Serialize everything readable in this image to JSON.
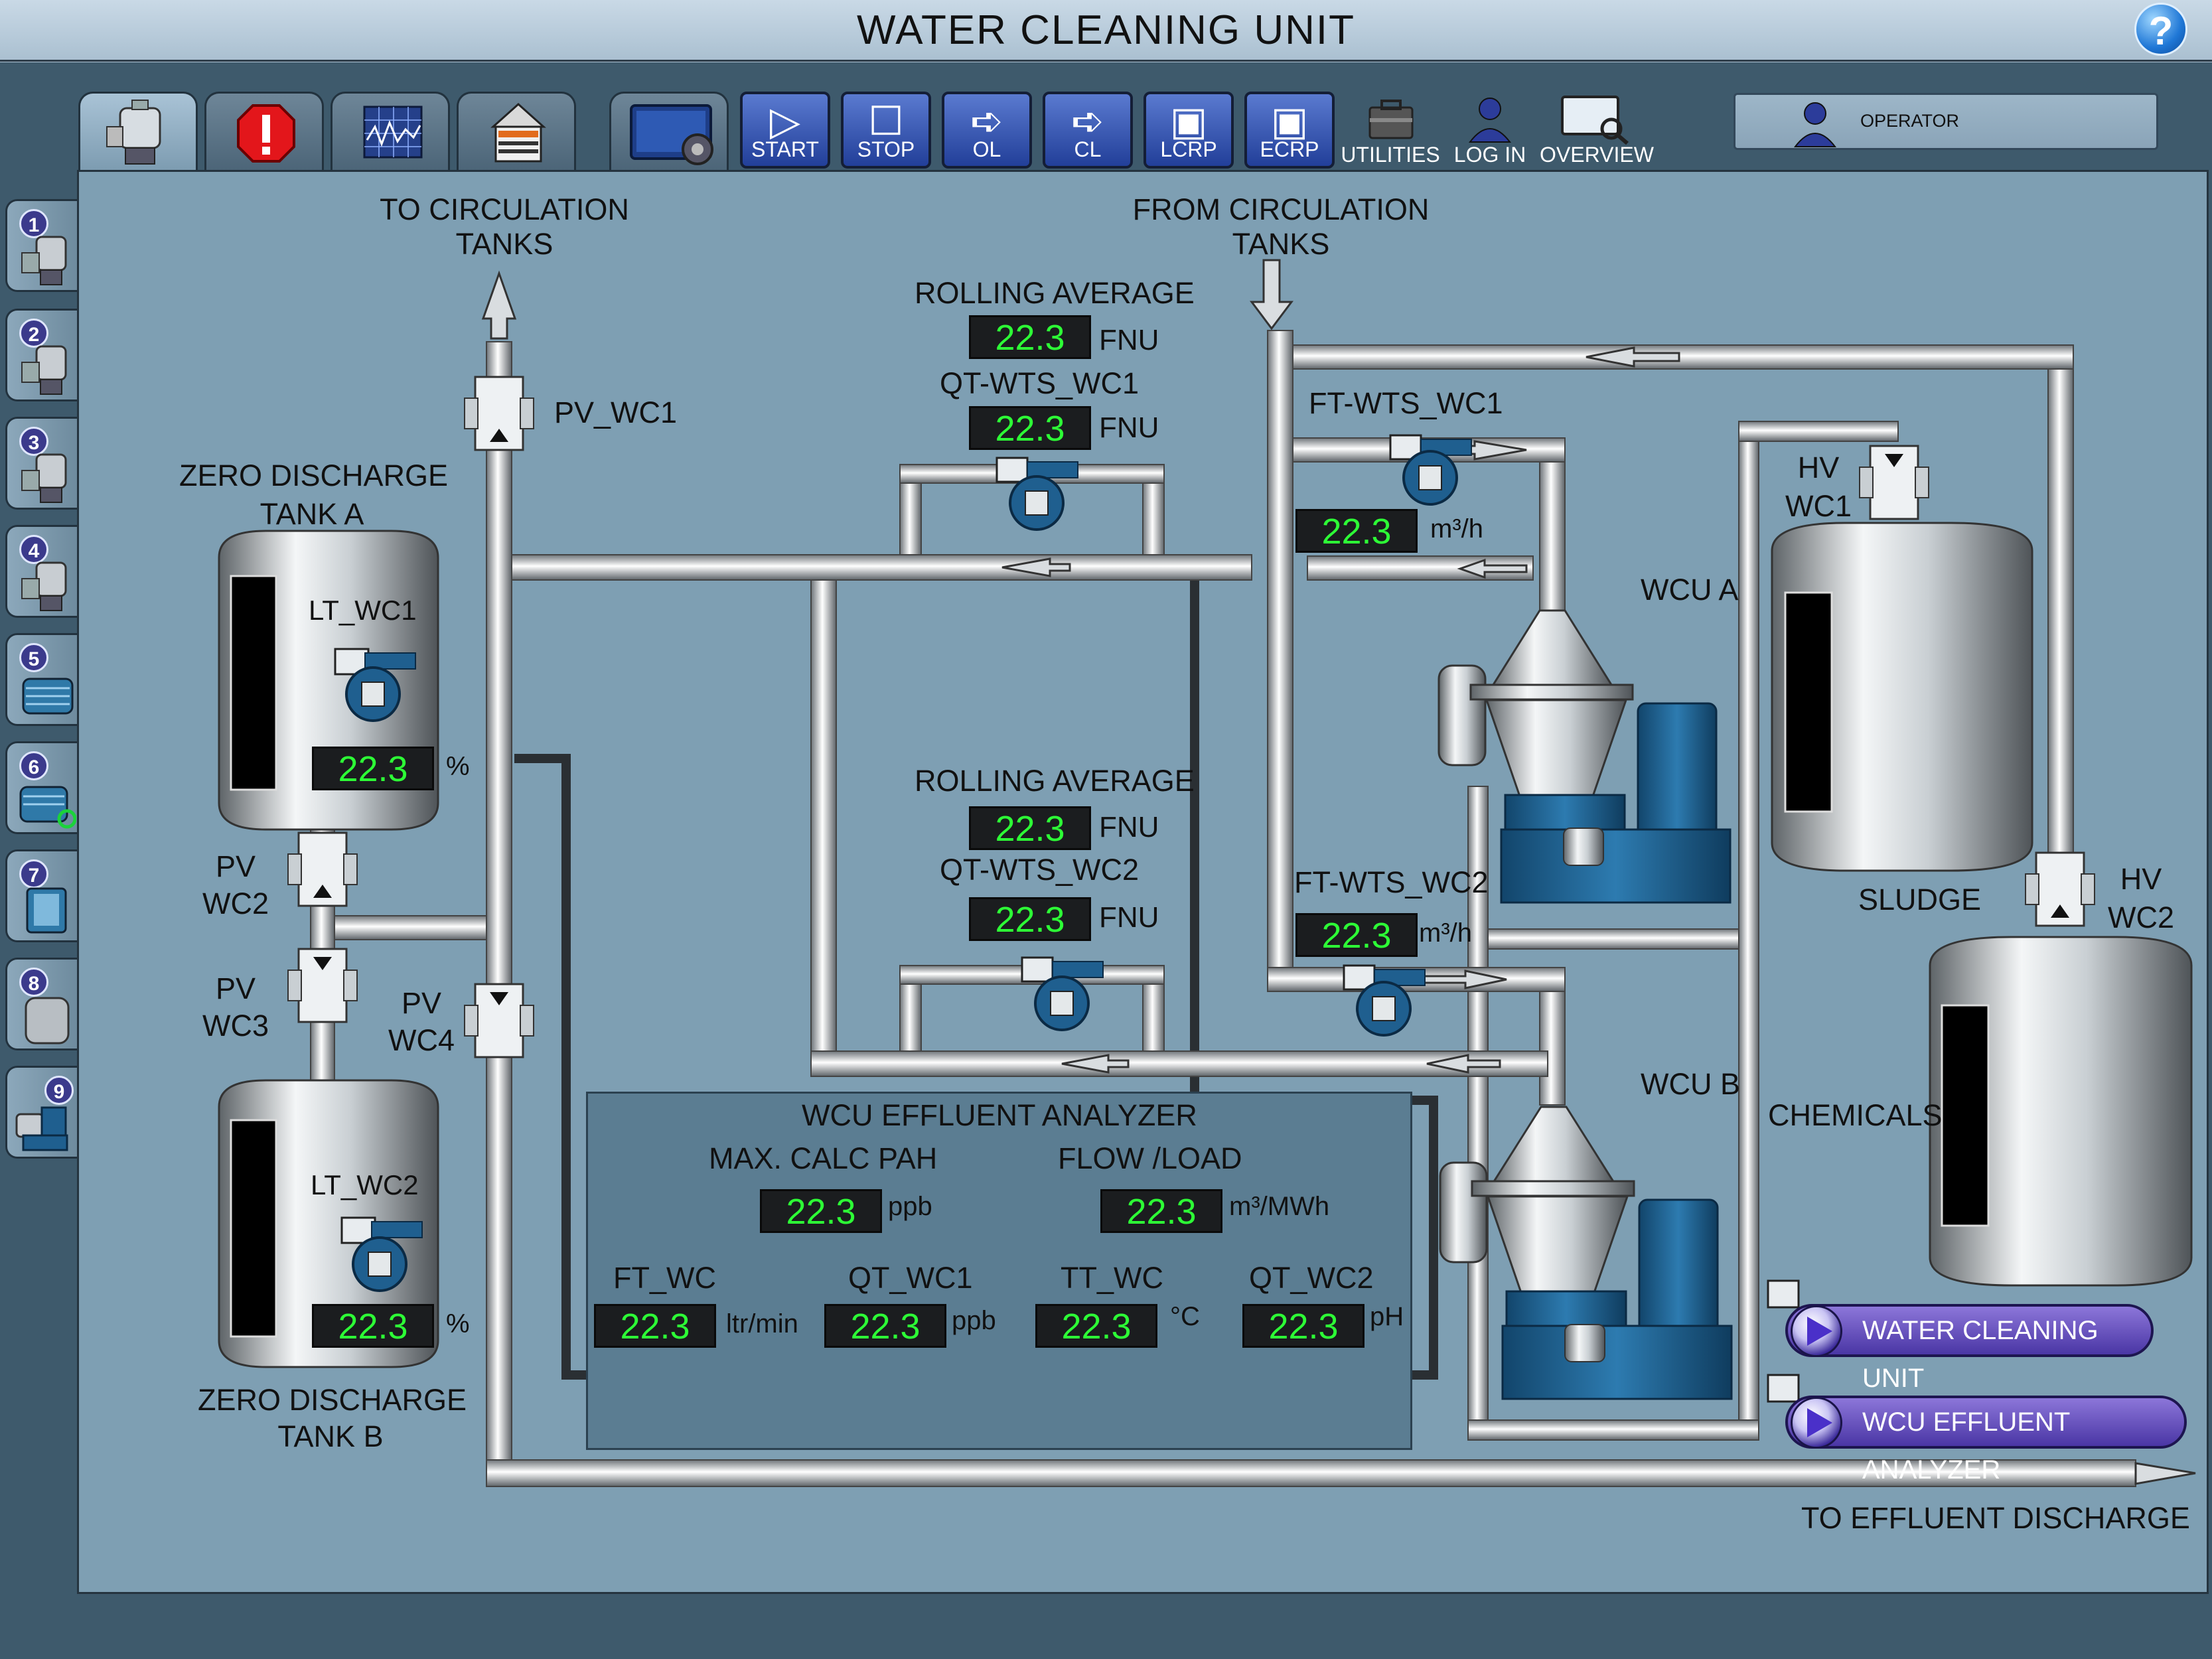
{
  "window": {
    "title": "WATER CLEANING UNIT",
    "help_glyph": "?"
  },
  "toolbar": {
    "start": "START",
    "stop": "STOP",
    "ol": "OL",
    "cl": "CL",
    "lcrp": "LCRP",
    "ecrp": "ECRP",
    "utilities": "UTILITIES",
    "login": "LOG IN",
    "overview": "OVERVIEW"
  },
  "user": {
    "role": "OPERATOR"
  },
  "side_nav": [
    "1",
    "2",
    "3",
    "4",
    "5",
    "6",
    "7",
    "8",
    "9"
  ],
  "labels": {
    "to_circ": "TO CIRCULATION\nTANKS",
    "from_circ": "FROM CIRCULATION\nTANKS",
    "zd_tank_a": "ZERO DISCHARGE\nTANK A",
    "zd_tank_b": "ZERO DISCHARGE\nTANK B",
    "pv_wc1": "PV_WC1",
    "pv_wc2": "PV\nWC2",
    "pv_wc3": "PV\nWC3",
    "pv_wc4": "PV\nWC4",
    "lt_wc1": "LT_WC1",
    "lt_wc2": "LT_WC2",
    "rolling_avg_1": "ROLLING AVERAGE",
    "qt_wts_wc1": "QT-WTS_WC1",
    "rolling_avg_2": "ROLLING AVERAGE",
    "qt_wts_wc2": "QT-WTS_WC2",
    "ft_wts_wc1": "FT-WTS_WC1",
    "ft_wts_wc2": "FT-WTS_WC2",
    "wcu_a": "WCU A",
    "wcu_b": "WCU B",
    "hv_wc1": "HV\nWC1",
    "hv_wc2": "HV\nWC2",
    "sludge": "SLUDGE",
    "chemicals": "CHEMICALS",
    "to_effluent": "TO EFFLUENT DISCHARGE",
    "analyzer_title": "WCU EFFLUENT ANALYZER",
    "max_calc_pah": "MAX. CALC PAH",
    "flow_load": "FLOW /LOAD",
    "ft_wc": "FT_WC",
    "qt_wc1": "QT_WC1",
    "tt_wc": "TT_WC",
    "qt_wc2": "QT_WC2"
  },
  "readings": {
    "lt_wc1": {
      "value": "22.3",
      "unit": "%"
    },
    "lt_wc2": {
      "value": "22.3",
      "unit": "%"
    },
    "rolling_avg_1": {
      "value": "22.3",
      "unit": "FNU"
    },
    "qt_wts_wc1": {
      "value": "22.3",
      "unit": "FNU"
    },
    "rolling_avg_2": {
      "value": "22.3",
      "unit": "FNU"
    },
    "qt_wts_wc2": {
      "value": "22.3",
      "unit": "FNU"
    },
    "ft_wts_wc1": {
      "value": "22.3",
      "unit": "m³/h"
    },
    "ft_wts_wc2": {
      "value": "22.3",
      "unit": "m³/h"
    },
    "max_calc_pah": {
      "value": "22.3",
      "unit": "ppb"
    },
    "flow_load": {
      "value": "22.3",
      "unit": "m³/MWh"
    },
    "ft_wc": {
      "value": "22.3",
      "unit": "ltr/min"
    },
    "qt_wc1": {
      "value": "22.3",
      "unit": "ppb"
    },
    "tt_wc": {
      "value": "22.3",
      "unit": "°C"
    },
    "qt_wc2": {
      "value": "22.3",
      "unit": "pH"
    }
  },
  "actions": {
    "water_cleaning_unit": "WATER CLEANING UNIT",
    "wcu_effluent_analyzer": "WCU EFFLUENT ANALYZER"
  },
  "colors": {
    "readout": "#2dff36",
    "panel": "#7e9fb3",
    "pump": "#1f5f8f"
  }
}
